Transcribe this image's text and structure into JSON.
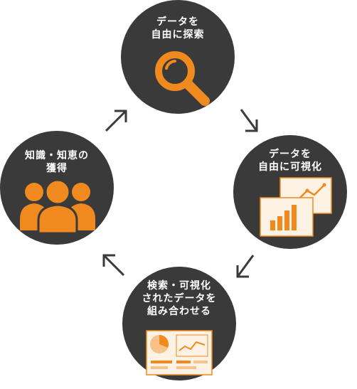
{
  "colors": {
    "circle": "#3a3a3a",
    "accent": "#f08a1e",
    "arrow": "#3a3a3a",
    "panel": "#fdf2e4"
  },
  "nodes": {
    "top": {
      "title": "データを\n自由に探索",
      "icon": "magnifier-icon"
    },
    "right": {
      "title": "データを\n自由に可視化",
      "icon": "chart-panels-icon"
    },
    "bottom": {
      "title": "検索・可視化\nされたデータを\n組み合わせる",
      "icon": "dashboard-icon"
    },
    "left": {
      "title": "知識・知恵の\n獲得",
      "icon": "people-icon"
    }
  }
}
